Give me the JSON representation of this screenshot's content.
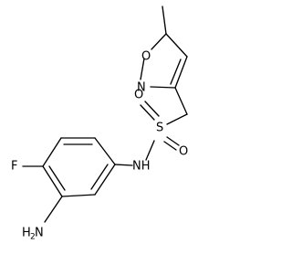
{
  "molecule": {
    "atoms": {
      "oxygen_ring": "O",
      "nitrogen_ring": "N",
      "sulfur": "S",
      "oxygen_s1": "O",
      "oxygen_s2": "O",
      "nitrogen_amide": "NH",
      "fluorine": "F",
      "amine_h": "H",
      "amine_sub": "2",
      "amine_n": "N"
    }
  }
}
